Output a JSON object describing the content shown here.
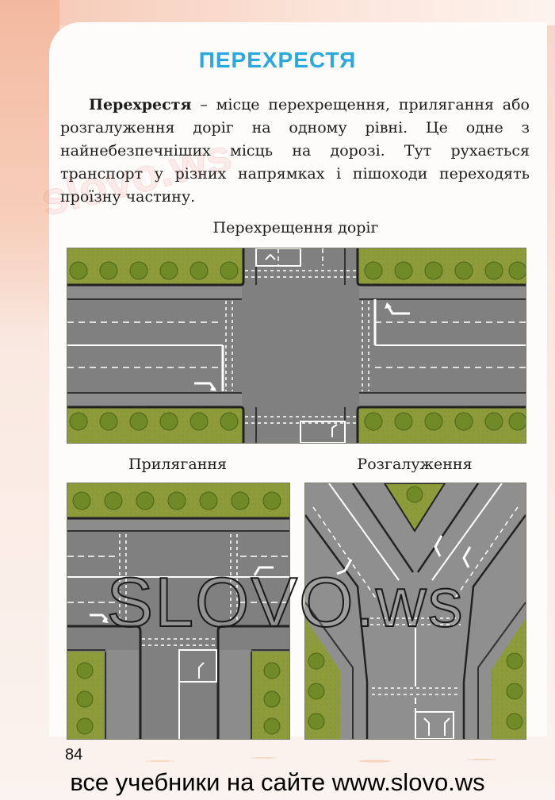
{
  "title": "ПЕРЕХРЕСТЯ",
  "intro": {
    "term": "Перехрестя",
    "text": " – місце перехрещення, прилягання або розгалуження доріг на одному рівні. Це одне з найнебезпечніших місць на дорозі. Тут рухається транспорт у різних напрямках і пішоходи переходять проїзну частину."
  },
  "diagrams": {
    "crossing": {
      "caption": "Перехрещення доріг"
    },
    "adjacency": {
      "caption": "Прилягання"
    },
    "branching": {
      "caption": "Розгалуження"
    }
  },
  "page_number": "84",
  "watermark": "SLOVO.ws",
  "watermark_top": "slovo.ws",
  "footer": "все учебники на сайте www.slovo.ws",
  "colors": {
    "title": "#2aa8e0",
    "asphalt": "#7e7e7e",
    "grass": "#8a9a3a",
    "tree": "#6e8a28"
  }
}
